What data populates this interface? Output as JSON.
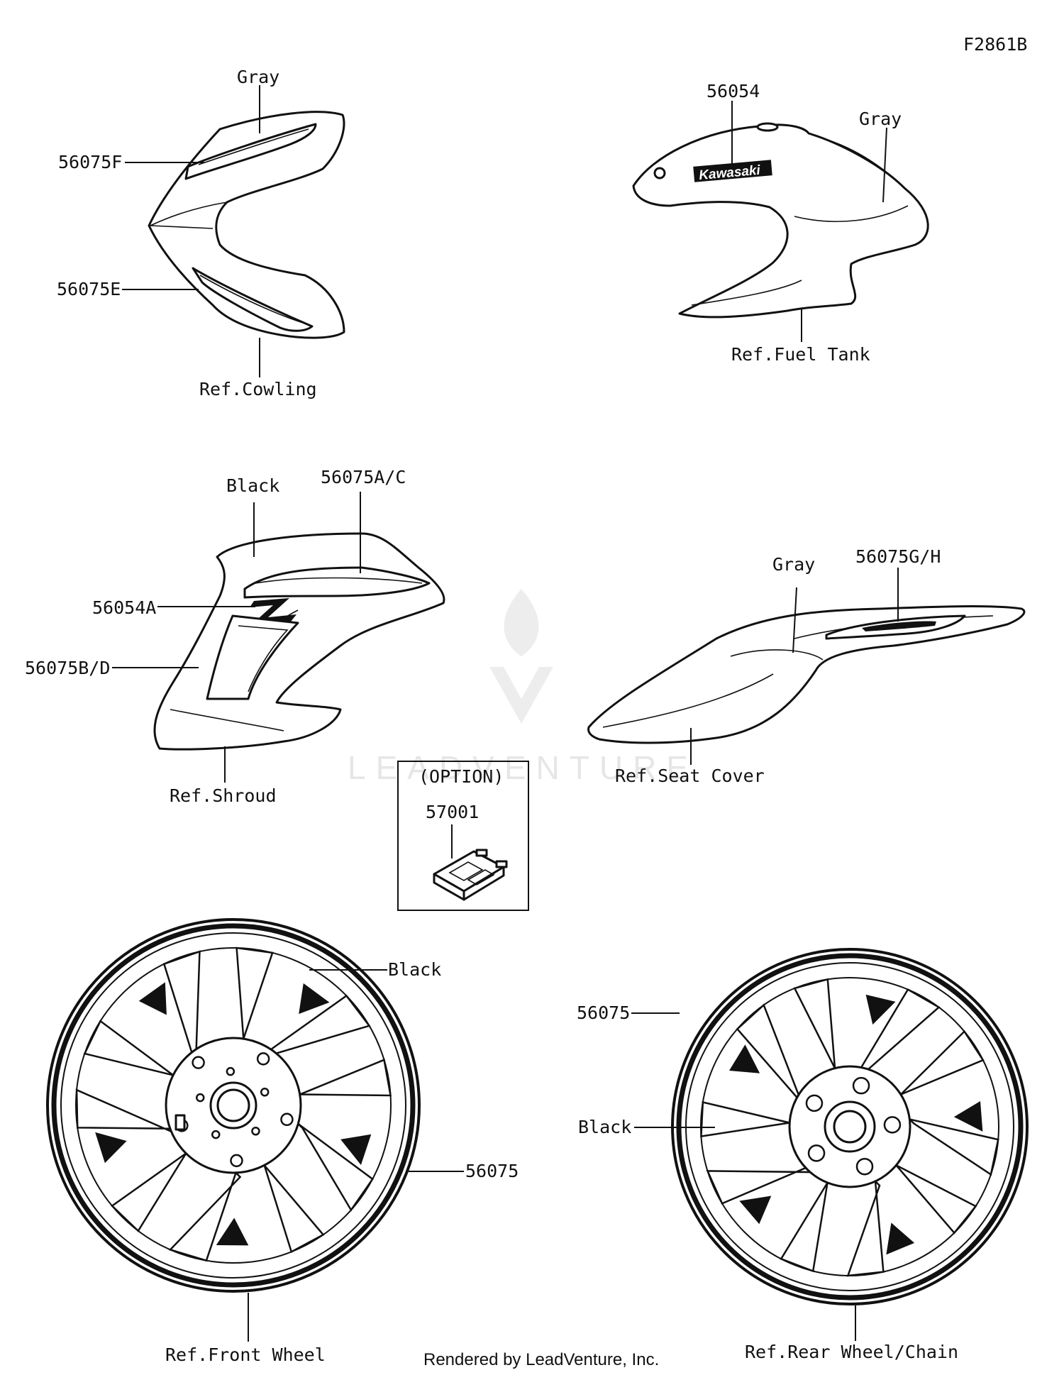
{
  "figure_code": "F2861B",
  "footer": "Rendered by LeadVenture, Inc.",
  "watermark": "LEADVENTURE",
  "labels": {
    "cowling_gray": "Gray",
    "cowling_part_f": "56075F",
    "cowling_part_e": "56075E",
    "cowling_ref": "Ref.Cowling",
    "tank_part": "56054",
    "tank_gray": "Gray",
    "tank_ref": "Ref.Fuel Tank",
    "tank_logo": "Kawasaki",
    "shroud_black": "Black",
    "shroud_part_ac": "56075A/C",
    "shroud_part_a": "56054A",
    "shroud_part_bd": "56075B/D",
    "shroud_ref": "Ref.Shroud",
    "seat_gray": "Gray",
    "seat_part_gh": "56075G/H",
    "seat_ref": "Ref.Seat Cover",
    "option_title": "(OPTION)",
    "option_part": "57001",
    "front_black": "Black",
    "front_part": "56075",
    "front_ref": "Ref.Front Wheel",
    "rear_part": "56075",
    "rear_black": "Black",
    "rear_ref": "Ref.Rear Wheel/Chain"
  }
}
